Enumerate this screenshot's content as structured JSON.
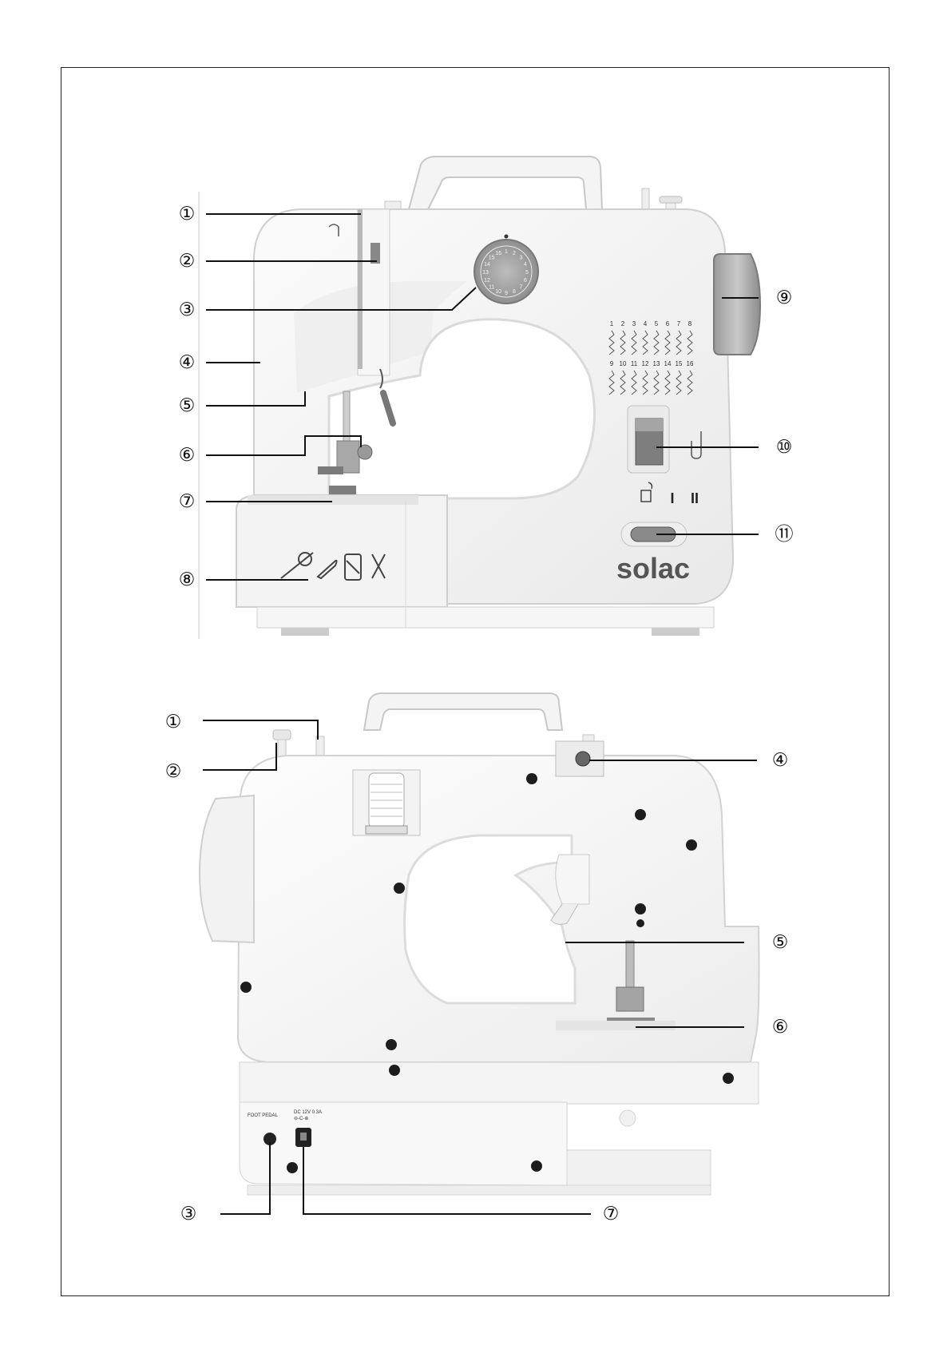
{
  "front_view": {
    "brand": "solac",
    "stitch_numbers_top": [
      "1",
      "2",
      "3",
      "4",
      "5",
      "6",
      "7",
      "8"
    ],
    "stitch_numbers_bottom": [
      "9",
      "10",
      "11",
      "12",
      "13",
      "14",
      "15",
      "16"
    ],
    "dial_numbers": [
      "1",
      "2",
      "3",
      "4",
      "5",
      "6",
      "7",
      "8",
      "9",
      "10",
      "11",
      "12",
      "13",
      "14",
      "15",
      "16"
    ],
    "speed_labels": [
      "I",
      "II"
    ],
    "callouts": [
      "①",
      "②",
      "③",
      "④",
      "⑤",
      "⑥",
      "⑦",
      "⑧",
      "⑨",
      "⑩",
      "⑪"
    ]
  },
  "rear_view": {
    "foot_pedal_label": "FOOT PEDAL",
    "power_label": "DC 12V 0.3A",
    "power_polarity": "⊖-C-⊕",
    "callouts": [
      "①",
      "②",
      "③",
      "④",
      "⑤",
      "⑥",
      "⑦"
    ]
  }
}
